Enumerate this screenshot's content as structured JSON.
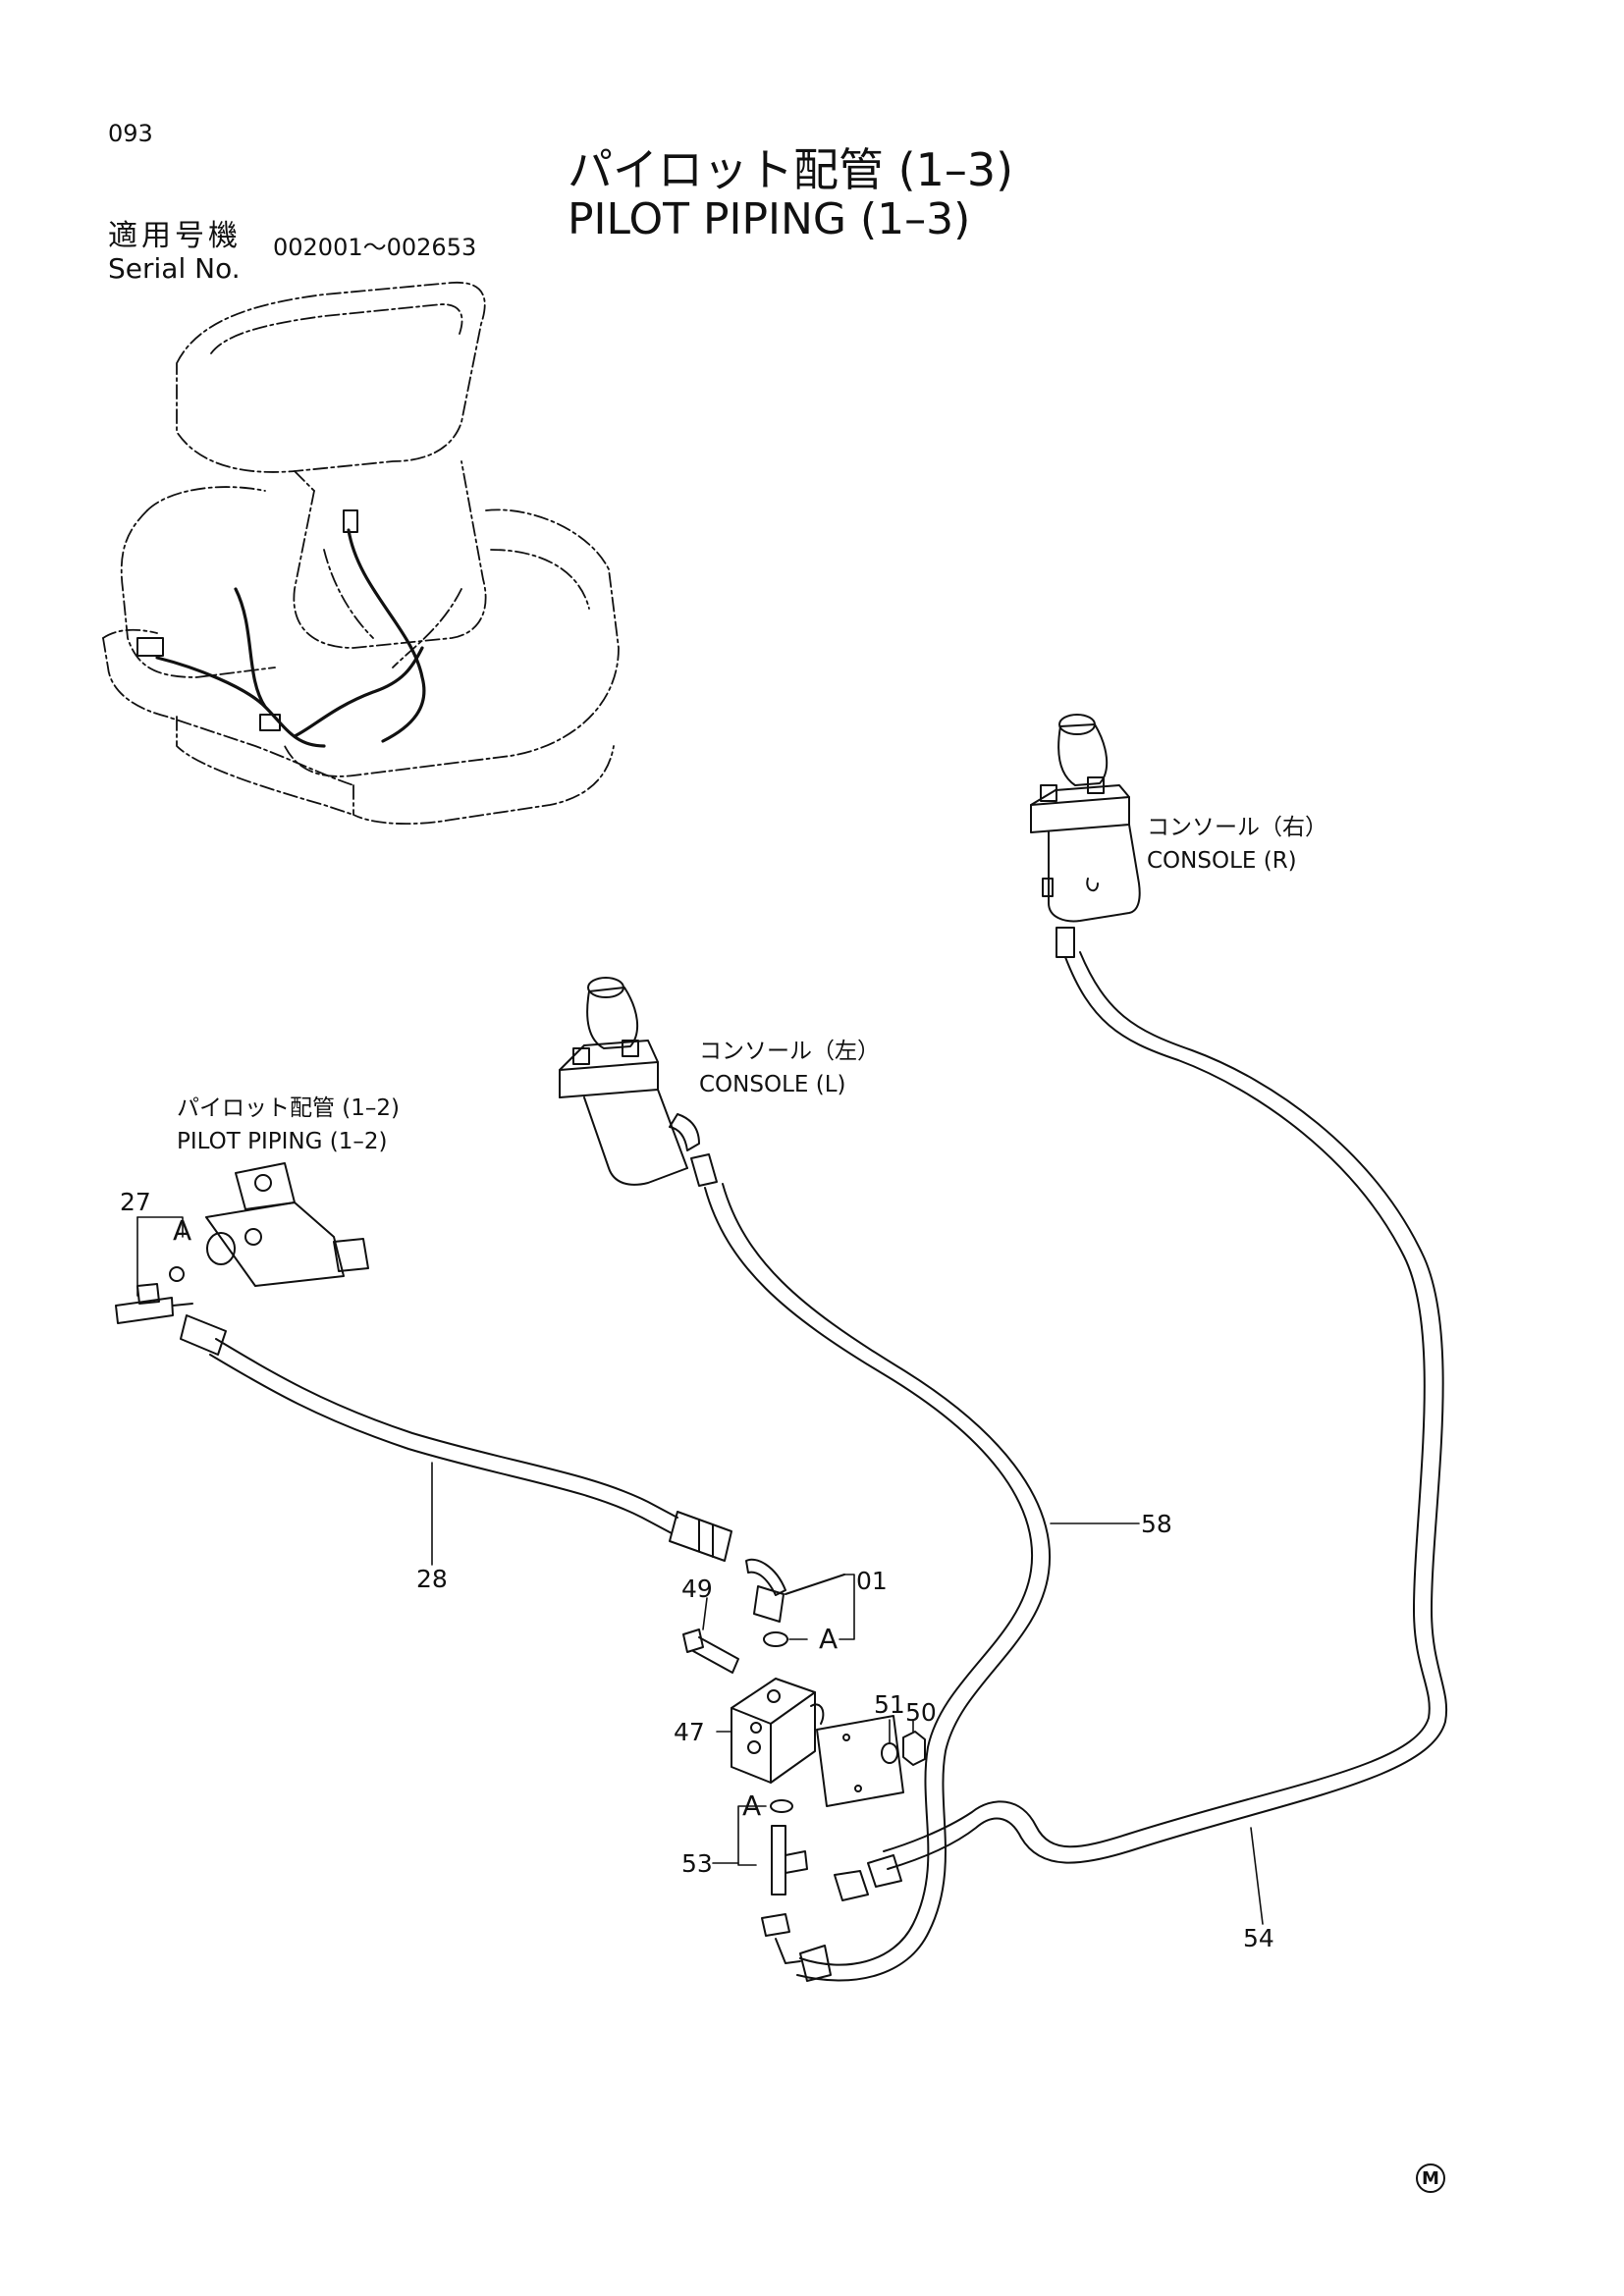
{
  "page": {
    "number": "093",
    "title_jp": "パイロット配管 (1–3)",
    "title_en": "PILOT PIPING (1–3)"
  },
  "serial": {
    "label_jp": "適用号機",
    "label_en": "Serial No.",
    "range": "002001～002653"
  },
  "labels": {
    "console_r_jp": "コンソール（右）",
    "console_r_en": "CONSOLE (R)",
    "console_l_jp": "コンソール（左）",
    "console_l_en": "CONSOLE (L)",
    "ref_jp": "パイロット配管 (1–2)",
    "ref_en": "PILOT PIPING (1–2)"
  },
  "parts": {
    "p27": "27",
    "p28": "28",
    "p01": "01",
    "p49": "49",
    "p47": "47",
    "p51": "51",
    "p50": "50",
    "p53": "53",
    "p58": "58",
    "p54": "54"
  },
  "callouts": {
    "a_top": "A",
    "a_mid": "A",
    "a_bottom": "A"
  },
  "mark": "M"
}
